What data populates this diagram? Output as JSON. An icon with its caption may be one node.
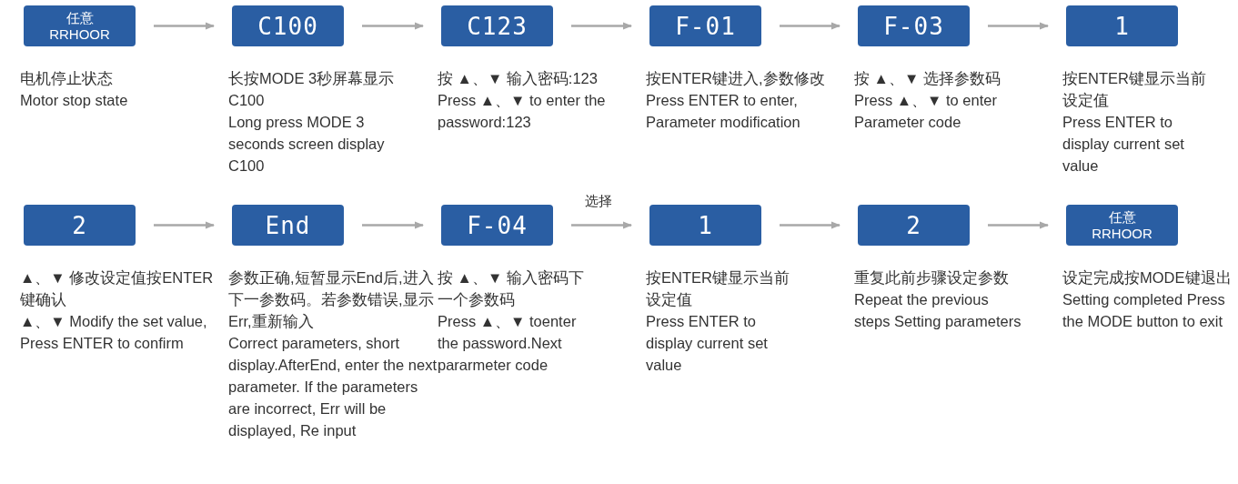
{
  "diagram": {
    "nodes": [
      {
        "text": [
          "任意",
          "RRHOOR"
        ],
        "beside": [
          "电机停止状态",
          "Motor stop state"
        ]
      },
      {
        "text": [
          "C100"
        ],
        "beside": [
          "长按MODE 3秒屏幕显示C100",
          "Long press MODE 3 seconds screen display C100"
        ]
      },
      {
        "text": [
          "C123"
        ],
        "beside": [
          "按 ▲、▼ 输入密码:123",
          "Press ▲、▼ to enter the password:123"
        ]
      },
      {
        "text": [
          "F-01"
        ],
        "beside": [
          "按ENTER键进入,参数修改",
          "Press ENTER to enter, Parameter modification"
        ]
      },
      {
        "text": [
          "F-03"
        ],
        "beside": [
          "按 ▲、▼ 选择参数码",
          "Press ▲、▼ to enter Parameter code"
        ]
      },
      {
        "text": [
          "1"
        ],
        "beside": [
          "按ENTER键显示当前设定值",
          "Press ENTER to display current set value"
        ]
      },
      {
        "text": [
          "2"
        ],
        "beside": [
          "▲、▼ 修改设定值按ENTER键确认",
          "▲、▼ Modify the set value, Press ENTER to confirm"
        ]
      },
      {
        "text": [
          "End"
        ],
        "beside": [
          "参数正确,短暂显示End后,进入下一参数码。若参数错误,显示Err,重新输入",
          "Correct parameters, short display.AfterEnd, enter the next parameter. If the parameters are incorrect, Err will be displayed, Re input"
        ]
      },
      {
        "text": [
          "F-04"
        ],
        "beside": [
          "按 ▲、▼ 输入密码下一个参数码",
          "Press ▲、▼ toenter the password.Next pararmeter code"
        ]
      },
      {
        "text": [
          "1"
        ],
        "beside": [
          "按ENTER键显示当前设定值",
          "Press ENTER to display current set value"
        ]
      },
      {
        "text": [
          "2"
        ],
        "beside": [
          "重复此前步骤设定参数",
          "Repeat the previous steps Setting parameters"
        ]
      },
      {
        "text": [
          "任意",
          "RRHOOR"
        ],
        "beside": [
          "设定完成按MODE键退出",
          "Setting completed Press the MODE button to exit"
        ]
      }
    ],
    "edges": [
      {
        "from": 0,
        "to": 1,
        "arrow": "to"
      },
      {
        "from": 1,
        "to": 2,
        "arrow": "to"
      },
      {
        "from": 2,
        "to": 3,
        "arrow": "to"
      },
      {
        "from": 3,
        "to": 4,
        "arrow": "to"
      },
      {
        "from": 4,
        "to": 5,
        "arrow": "to"
      },
      {
        "from": 6,
        "to": 7,
        "arrow": "to"
      },
      {
        "from": 7,
        "to": 8,
        "arrow": "to"
      },
      {
        "from": 8,
        "to": 9,
        "arrow": "to",
        "label": "选择"
      },
      {
        "from": 9,
        "to": 10,
        "arrow": "to"
      },
      {
        "from": 10,
        "to": 11,
        "arrow": "to"
      }
    ]
  }
}
